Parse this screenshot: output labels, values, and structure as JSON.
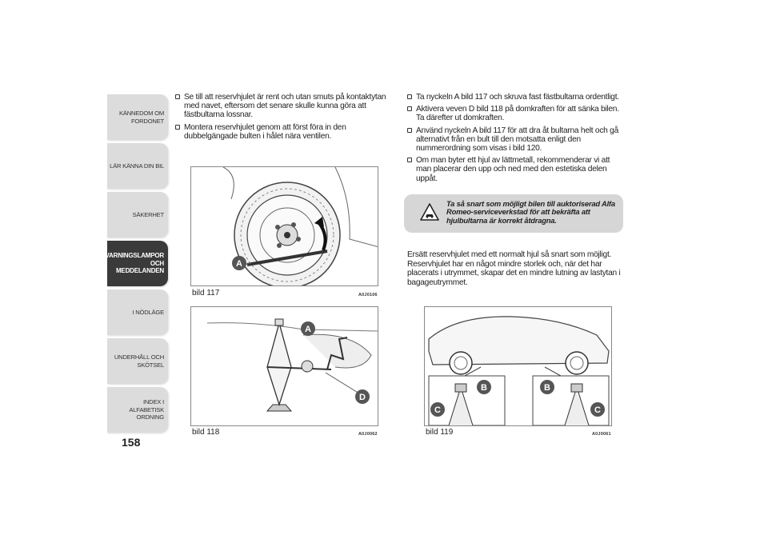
{
  "sidebar": {
    "tabs": [
      {
        "label": "KÄNNEDOM OM\nFORDONET",
        "active": false
      },
      {
        "label": "LÄR KÄNNA DIN BIL",
        "active": false
      },
      {
        "label": "SÄKERHET",
        "active": false
      },
      {
        "label": "VARNINGSLAMPOR\nOCH\nMEDDELANDEN",
        "active": true
      },
      {
        "label": "I NÖDLÄGE",
        "active": false
      },
      {
        "label": "UNDERHÅLL OCH\nSKÖTSEL",
        "active": false
      },
      {
        "label": "INDEX I ALFABETISK\nORDNING",
        "active": false
      }
    ]
  },
  "page_number": "158",
  "left_column": {
    "bullets": [
      "Se till att reservhjulet är rent och utan smuts på kontaktytan med navet, eftersom det senare skulle kunna göra att fästbultarna lossnar.",
      "Montera reservhjulet genom att först föra in den dubbelgängade bulten i hålet nära ventilen."
    ]
  },
  "right_column": {
    "bullets": [
      "Ta nyckeln A bild 117 och skruva fast fästbultarna ordentligt.",
      "Aktivera veven D bild 118 på domkraften för att sänka bilen. Ta därefter ut domkraften.",
      "Använd nyckeln A bild 117 för att dra åt bultarna helt och gå alternativt från en bult till den motsatta enligt den nummerordning som visas i bild 120.",
      "Om man byter ett hjul av lättmetall, rekommenderar vi att man placerar den upp och ned med den estetiska delen uppåt."
    ]
  },
  "warning": {
    "text": "Ta så snart som möjligt bilen till auktoriserad Alfa Romeo-serviceverkstad för att bekräfta att hjulbultarna är korrekt åtdragna."
  },
  "paragraph": "Ersätt reservhjulet med ett normalt hjul så snart som möjligt. Reservhjulet har en något mindre storlek och, när det har placerats i utrymmet, skapar det en mindre lutning av lastytan i bagageutrymmet.",
  "figures": [
    {
      "caption": "bild 117",
      "code": "A0J0106",
      "labels": [
        "A"
      ]
    },
    {
      "caption": "bild 118",
      "code": "A0J0062",
      "labels": [
        "A",
        "D"
      ]
    },
    {
      "caption": "bild 119",
      "code": "A0J0061",
      "labels": [
        "B",
        "C",
        "B",
        "C"
      ]
    }
  ],
  "colors": {
    "tab_bg": "#dcdcdc",
    "tab_active_bg": "#3a3a3a",
    "warning_bg": "#d6d6d6",
    "label_circle": "#555555"
  }
}
